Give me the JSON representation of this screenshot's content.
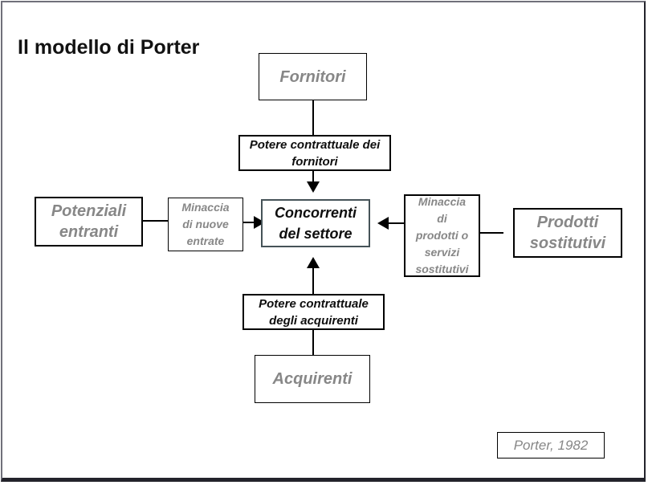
{
  "slide": {
    "title": "Il modello di Porter",
    "citation": "Porter, 1982"
  },
  "diagram": {
    "type": "porter-five-forces",
    "center_label": "Concorrenti\ndel settore",
    "fornitori": "Fornitori",
    "potere_fornitori": "Potere contrattuale dei\nfornitori",
    "potenziali_entranti": "Potenziali\nentranti",
    "minaccia_entrate": "Minaccia\ndi nuove\nentrate",
    "minaccia_sostitutivi": "Minaccia\ndi\nprodotti o\nservizi\nsostitutivi",
    "prodotti_sostitutivi": "Prodotti\nsostitutivi",
    "potere_acquirenti": "Potere contrattuale\ndegli acquirenti",
    "acquirenti": "Acquirenti"
  },
  "colors": {
    "gray_text": "#878787",
    "black_text": "#0e0e0e",
    "center_box_border": "#465358",
    "box_border": "#000000",
    "connector": "#000000",
    "frame_gray": "#70707a",
    "frame_dark": "#23232b"
  }
}
